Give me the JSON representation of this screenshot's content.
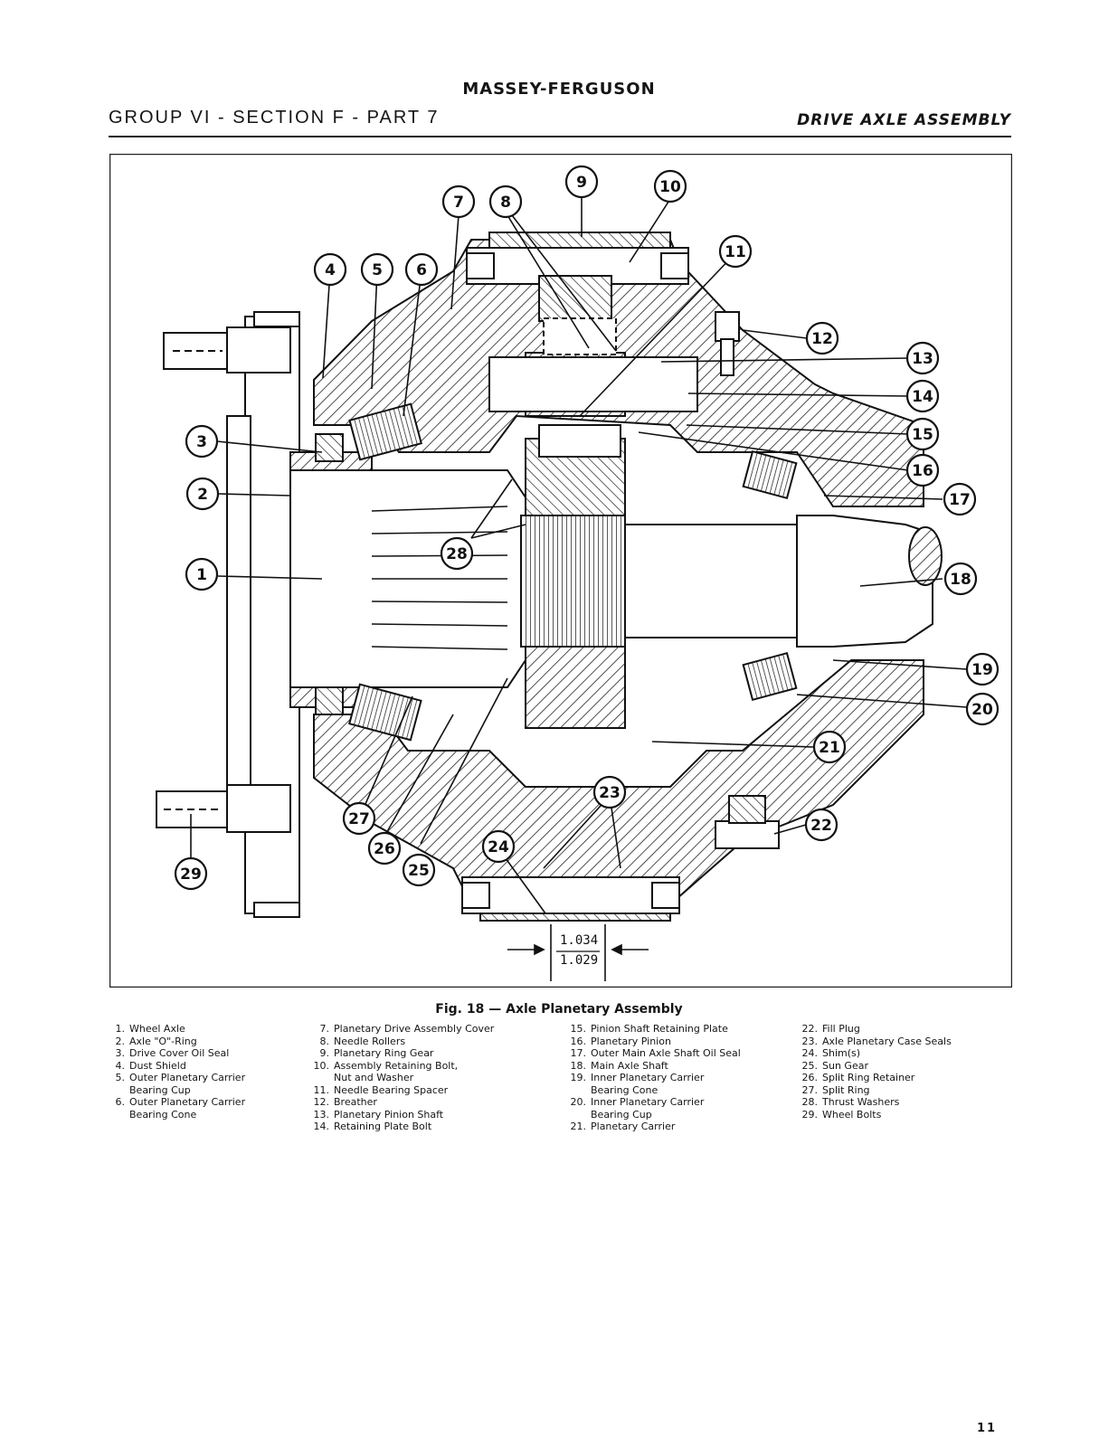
{
  "header": {
    "brand": "MASSEY-FERGUSON",
    "section": "GROUP VI - SECTION F - PART 7",
    "title": "DRIVE AXLE ASSEMBLY"
  },
  "figure": {
    "caption": "Fig. 18 — Axle Planetary Assembly",
    "dimension_top": "1.034",
    "dimension_bottom": "1.029",
    "callouts": [
      "1",
      "2",
      "3",
      "4",
      "5",
      "6",
      "7",
      "8",
      "9",
      "10",
      "11",
      "12",
      "13",
      "14",
      "15",
      "16",
      "17",
      "18",
      "19",
      "20",
      "21",
      "22",
      "23",
      "24",
      "25",
      "26",
      "27",
      "28",
      "29"
    ]
  },
  "legend": {
    "columns": [
      [
        {
          "num": "1.",
          "text": "Wheel Axle"
        },
        {
          "num": "2.",
          "text": "Axle \"O\"-Ring"
        },
        {
          "num": "3.",
          "text": "Drive Cover Oil Seal"
        },
        {
          "num": "4.",
          "text": "Dust Shield"
        },
        {
          "num": "5.",
          "text": "Outer Planetary Carrier\n    Bearing Cup"
        },
        {
          "num": "6.",
          "text": "Outer Planetary Carrier\n    Bearing Cone"
        }
      ],
      [
        {
          "num": "7.",
          "text": "Planetary Drive Assembly Cover"
        },
        {
          "num": "8.",
          "text": "Needle Rollers"
        },
        {
          "num": "9.",
          "text": "Planetary Ring Gear"
        },
        {
          "num": "10.",
          "text": "Assembly Retaining Bolt,\n    Nut and Washer"
        },
        {
          "num": "11.",
          "text": "Needle Bearing Spacer"
        },
        {
          "num": "12.",
          "text": "Breather"
        },
        {
          "num": "13.",
          "text": "Planetary Pinion Shaft"
        },
        {
          "num": "14.",
          "text": "Retaining Plate Bolt"
        }
      ],
      [
        {
          "num": "15.",
          "text": "Pinion Shaft Retaining Plate"
        },
        {
          "num": "16.",
          "text": "Planetary Pinion"
        },
        {
          "num": "17.",
          "text": "Outer Main Axle Shaft Oil Seal"
        },
        {
          "num": "18.",
          "text": "Main Axle Shaft"
        },
        {
          "num": "19.",
          "text": "Inner Planetary Carrier\n    Bearing Cone"
        },
        {
          "num": "20.",
          "text": "Inner Planetary Carrier\n    Bearing Cup"
        },
        {
          "num": "21.",
          "text": "Planetary Carrier"
        }
      ],
      [
        {
          "num": "22.",
          "text": "Fill Plug"
        },
        {
          "num": "23.",
          "text": "Axle Planetary Case Seals"
        },
        {
          "num": "24.",
          "text": "Shim(s)"
        },
        {
          "num": "25.",
          "text": "Sun Gear"
        },
        {
          "num": "26.",
          "text": "Split Ring Retainer"
        },
        {
          "num": "27.",
          "text": "Split Ring"
        },
        {
          "num": "28.",
          "text": "Thrust Washers"
        },
        {
          "num": "29.",
          "text": "Wheel Bolts"
        }
      ]
    ]
  },
  "page_number": "11"
}
